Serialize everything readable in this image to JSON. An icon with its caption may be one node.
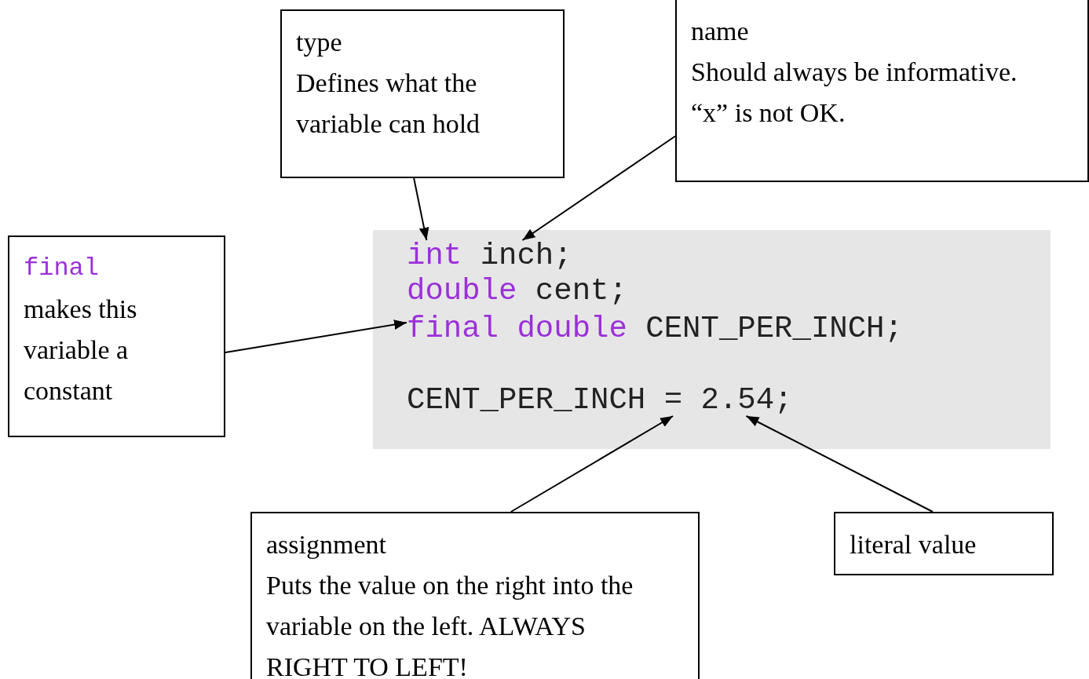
{
  "diagram": {
    "nodes": [
      {
        "text": [
          "type",
          "Defines what the variable can hold"
        ]
      },
      {
        "text": [
          "name",
          "Should always be informative.  “x” is not OK."
        ]
      },
      {
        "text": [
          "final",
          "makes this variable a constant"
        ]
      },
      {
        "text": [],
        "shape": "box"
      },
      {
        "text": [
          "int",
          "inch;"
        ],
        "in": 3
      },
      {
        "text": [
          "double",
          "cent;"
        ],
        "in": 3
      },
      {
        "text": [
          "final double",
          "CENT_PER_INCH;"
        ],
        "in": 3
      },
      {
        "text": [
          "CENT_PER_INCH = 2.54;"
        ],
        "in": 3
      },
      {
        "text": [
          "assignment",
          "Puts the value on the right into the variable on the left. ALWAYS RIGHT TO LEFT!"
        ]
      },
      {
        "text": [
          "literal value"
        ]
      }
    ],
    "edges": [
      {
        "from": 0,
        "to": 4,
        "arrow": "to"
      },
      {
        "from": 1,
        "to": 4,
        "arrow": "to"
      },
      {
        "from": 2,
        "to": 6,
        "arrow": "to"
      },
      {
        "from": 8,
        "to": 7,
        "arrow": "to"
      },
      {
        "from": 9,
        "to": 7,
        "arrow": "to"
      }
    ]
  }
}
